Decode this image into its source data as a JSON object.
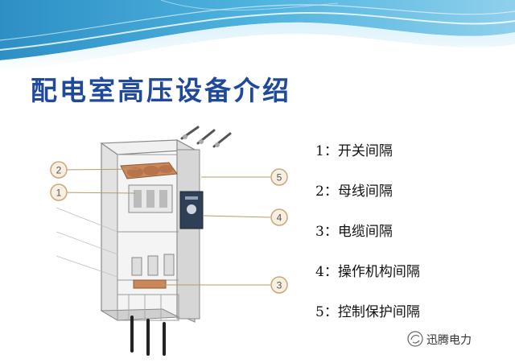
{
  "slide": {
    "title": "配电室高压设备介绍",
    "legend": [
      {
        "num": "1：",
        "label": "开关间隔"
      },
      {
        "num": "2：",
        "label": "母线间隔"
      },
      {
        "num": "3：",
        "label": "电缆间隔"
      },
      {
        "num": "4：",
        "label": "操作机构间隔"
      },
      {
        "num": "5：",
        "label": "控制保护间隔"
      }
    ],
    "callouts": [
      "1",
      "2",
      "3",
      "4",
      "5"
    ],
    "brand": "迅腾电力"
  },
  "colors": {
    "title": "#1f4a9b",
    "wave_dark": "#2d8fc4",
    "wave_light": "#8fd0ec",
    "callout_ring": "#c8a878",
    "callout_fill": "#f6efe2"
  }
}
